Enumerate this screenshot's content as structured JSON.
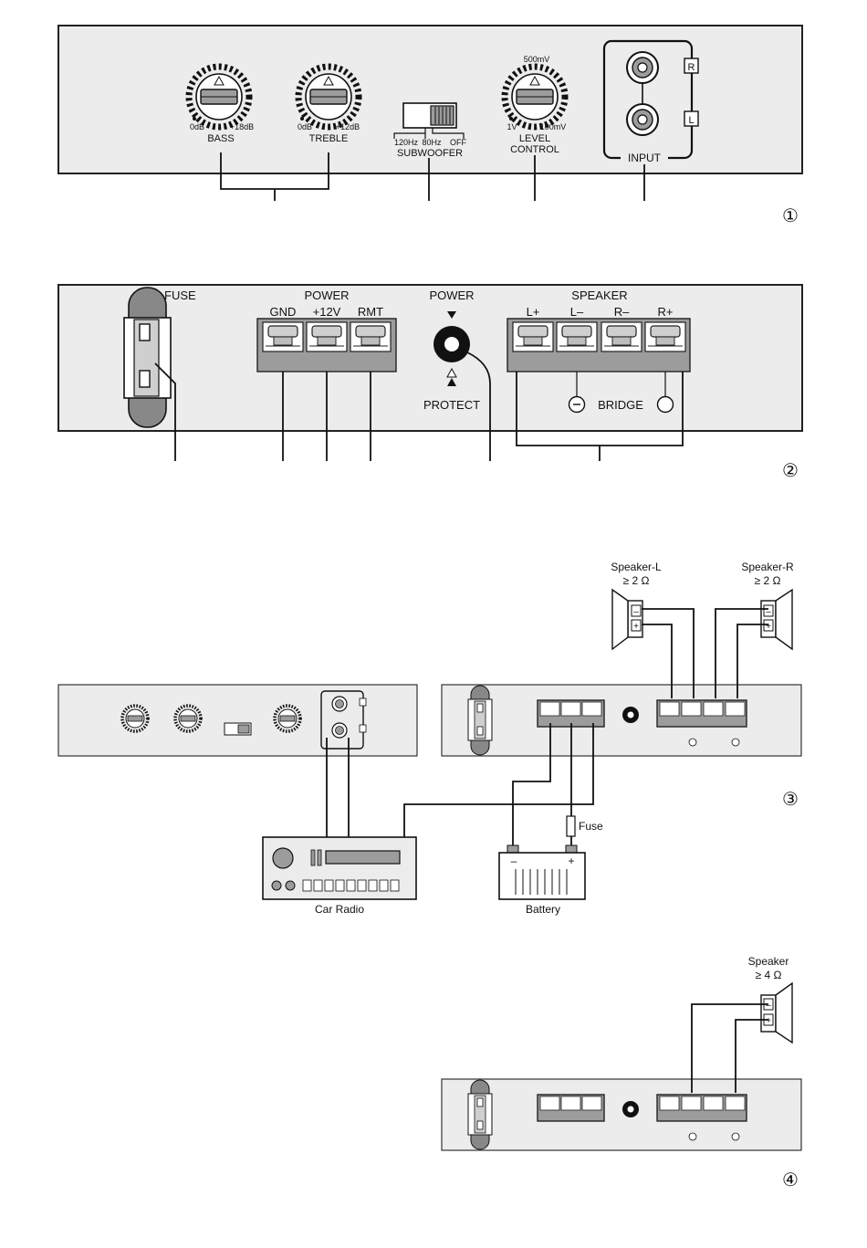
{
  "fig1": {
    "bass": {
      "label": "BASS",
      "min": "0dB",
      "max": "+18dB"
    },
    "treble": {
      "label": "TREBLE",
      "min": "0dB",
      "max": "+12dB"
    },
    "subwoofer": {
      "label": "SUBWOOFER",
      "opt1": "120Hz",
      "opt2": "80Hz",
      "opt3": "OFF"
    },
    "level": {
      "line1": "LEVEL",
      "line2": "CONTROL",
      "top": "500mV",
      "min": "1V",
      "max": "100mV"
    },
    "input": {
      "label": "INPUT",
      "r": "R",
      "l": "L"
    },
    "num": "①"
  },
  "fig2": {
    "fuse": "FUSE",
    "power_title": "POWER",
    "gnd": "GND",
    "v12": "+12V",
    "rmt": "RMT",
    "power_led": "POWER",
    "protect": "PROTECT",
    "speaker_title": "SPEAKER",
    "lp": "L+",
    "lm": "L–",
    "rm": "R–",
    "rp": "R+",
    "bridge": "BRIDGE",
    "num": "②"
  },
  "fig3": {
    "spk_l": "Speaker-L",
    "spk_l_imp": "≥ 2 Ω",
    "spk_r": "Speaker-R",
    "spk_r_imp": "≥ 2 Ω",
    "car_radio": "Car Radio",
    "battery": "Battery",
    "fuse": "Fuse",
    "minus": "–",
    "plus": "+",
    "num": "③"
  },
  "fig4": {
    "spk": "Speaker",
    "spk_imp": "≥ 4 Ω",
    "num": "④"
  }
}
